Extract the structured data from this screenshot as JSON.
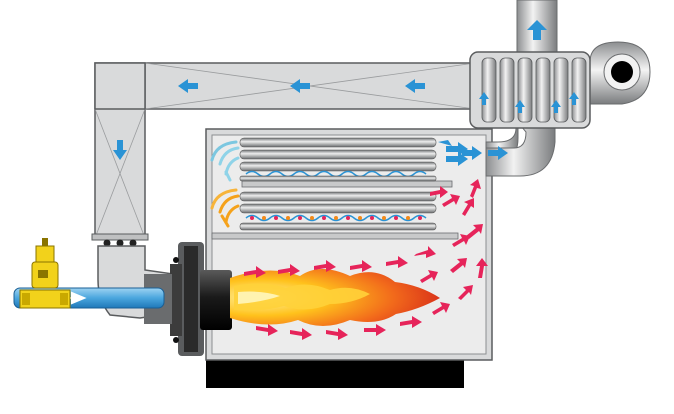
{
  "diagram": {
    "colors": {
      "cold_air": "#2a93d5",
      "hot_gas": "#e6245a",
      "duct": "#d9dadb",
      "outline": "#5a5c5e",
      "valve": "#f2d21b",
      "flame_outer": "#e8401c",
      "flame_inner": "#ffd23a",
      "pipe": "#5fb0e0"
    },
    "icons": {
      "fan": "centrifugal-fan-icon",
      "burner": "burner-icon",
      "valve": "gas-valve-icon",
      "heat_exchanger": "heat-exchanger-icon",
      "flame": "flame-icon"
    },
    "parts": [
      "gas-supply-pipe",
      "solenoid-valve",
      "burner-head",
      "flame",
      "combustion-chamber",
      "tube-bundle-upper",
      "tube-bundle-lower",
      "air-duct",
      "fan",
      "chimney"
    ]
  }
}
